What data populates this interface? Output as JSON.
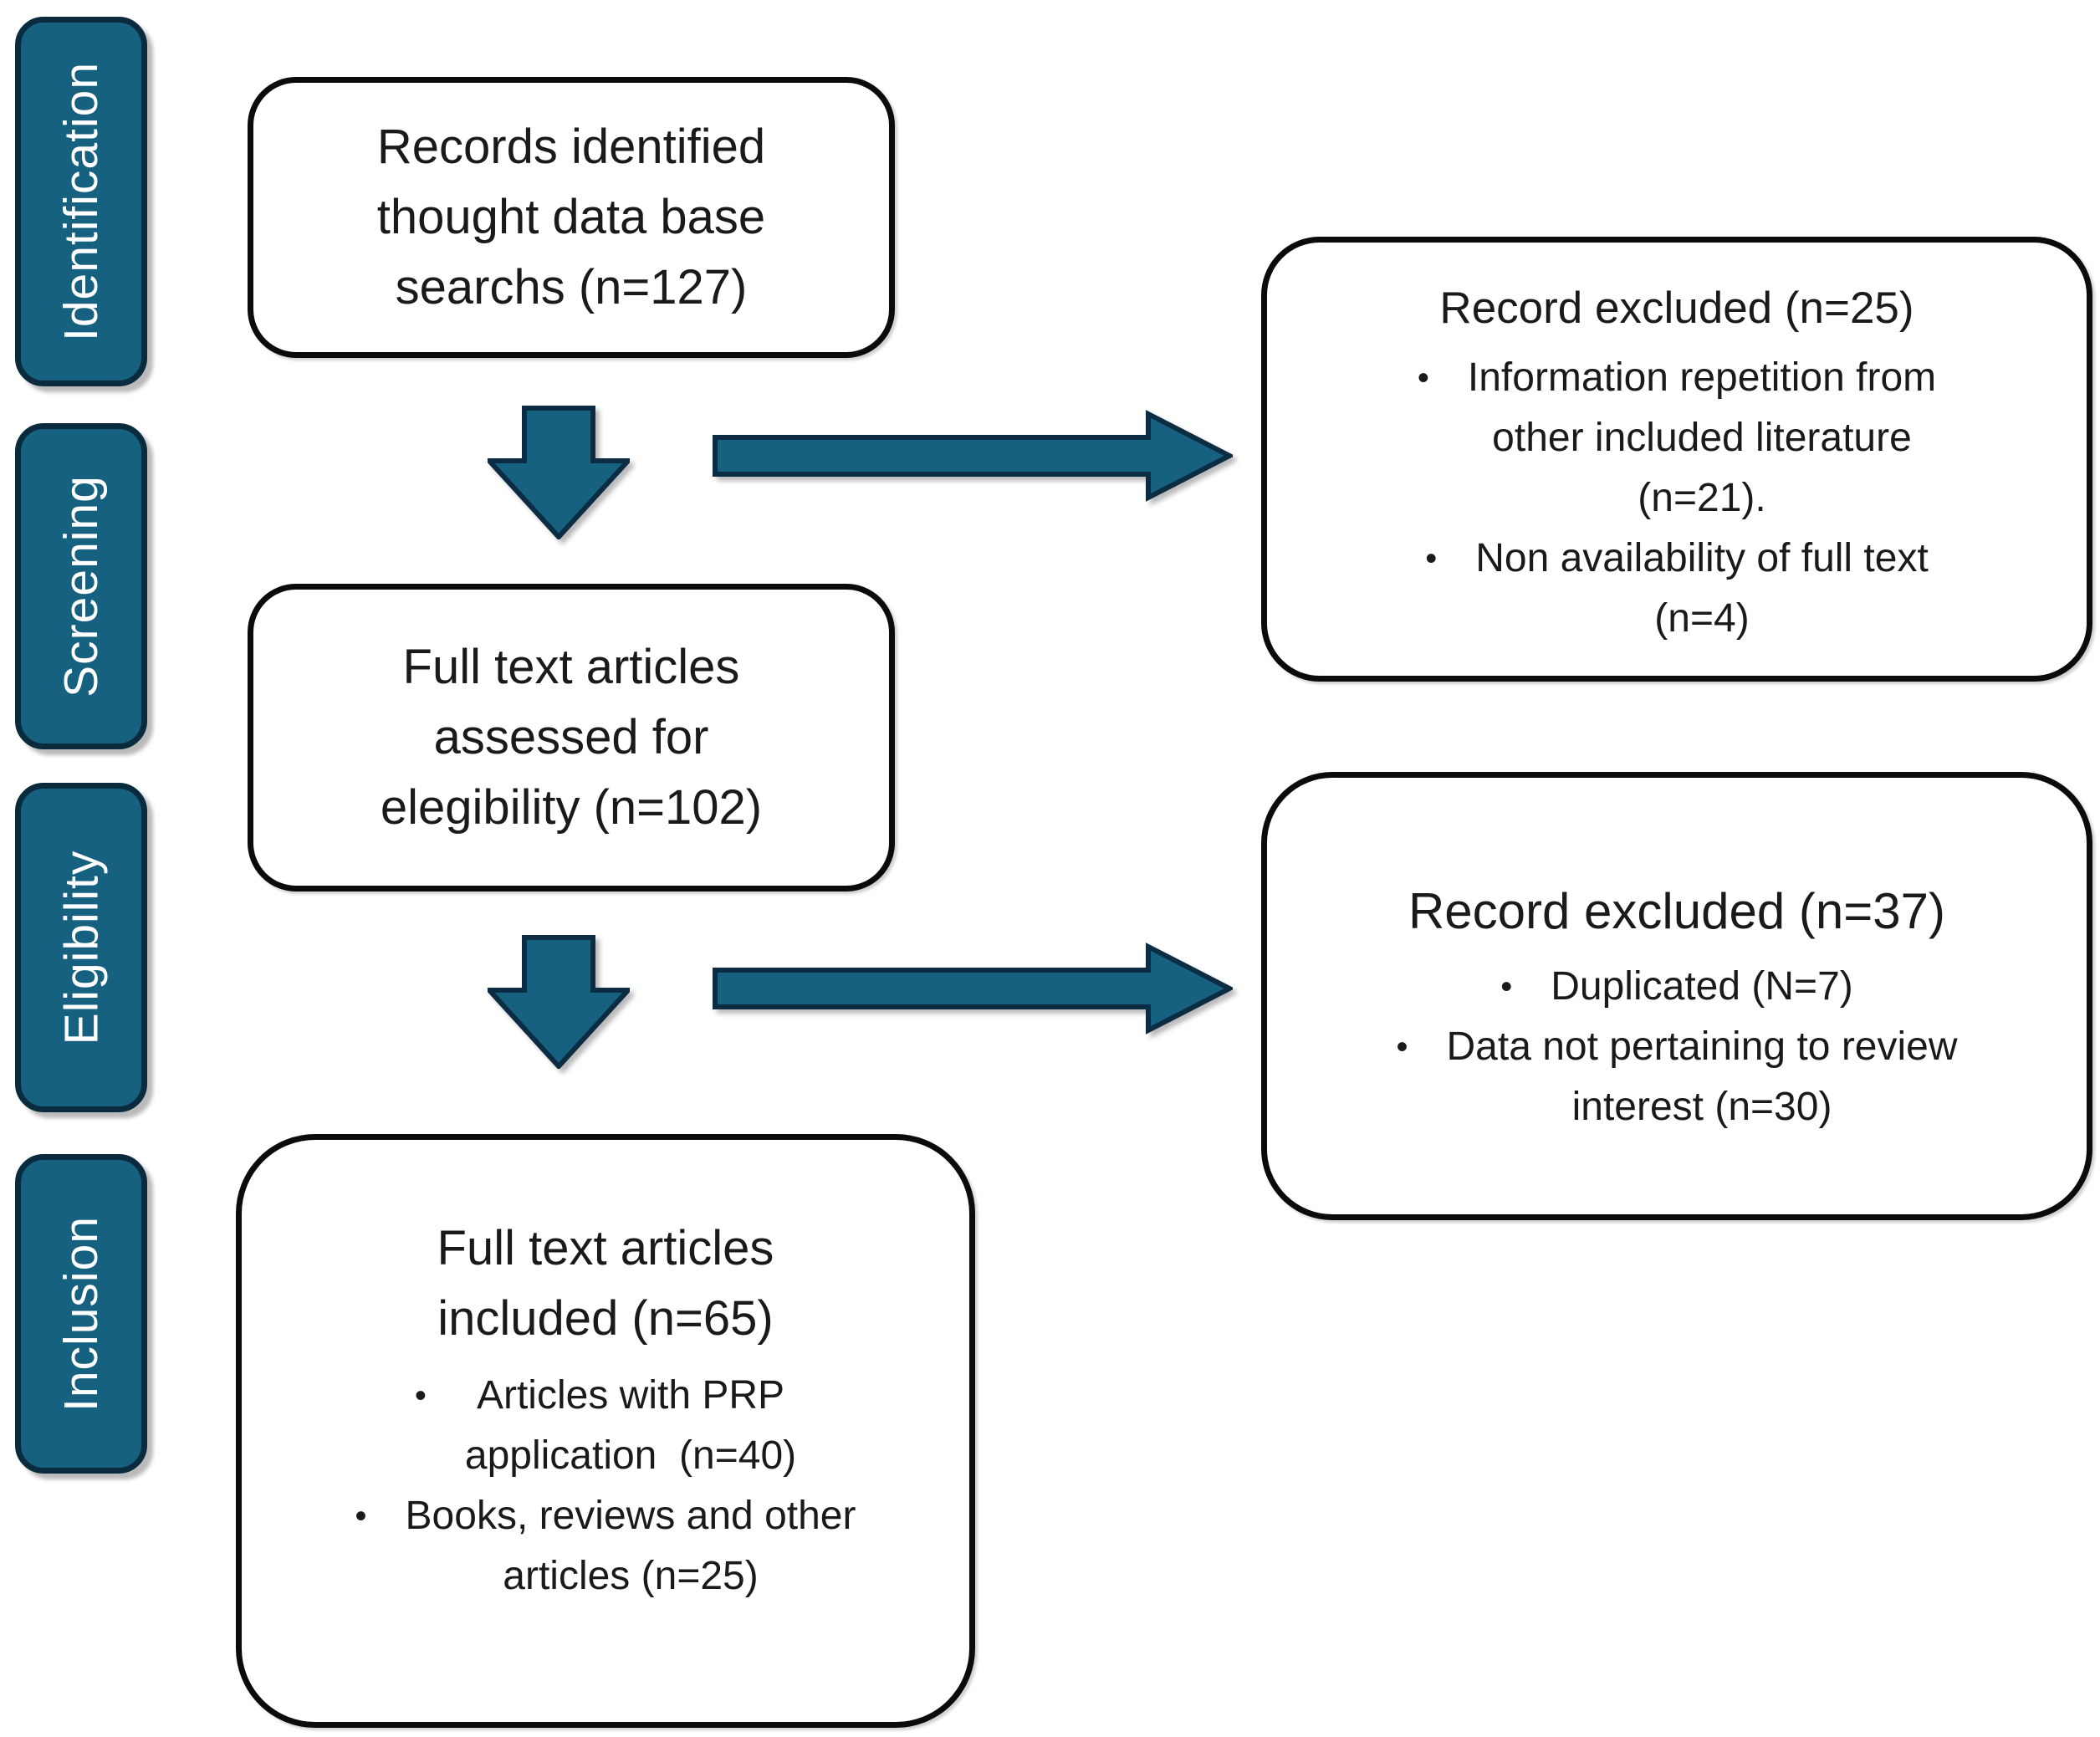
{
  "palette": {
    "stage_fill": "#16617F",
    "stage_border": "#0A2A3D",
    "box_border": "#0b0b0b",
    "arrow_fill": "#16617F",
    "text": "#1a1a1a",
    "background": "#ffffff"
  },
  "glyphs": {
    "bullet": "•"
  },
  "sidebar": {
    "stages": [
      {
        "label": "Identification"
      },
      {
        "label": "Screening"
      },
      {
        "label": "Eligibility"
      },
      {
        "label": "Inclusion"
      }
    ]
  },
  "flow": {
    "records_identified": {
      "text": "Records identified\nthought data base\nsearchs (n=127)"
    },
    "fulltext_assessed": {
      "text": "Full text articles\nassessed for\nelegibility (n=102)"
    },
    "fulltext_included": {
      "title": "Full text articles\nincluded (n=65)",
      "bullets": [
        "Articles with PRP\napplication  (n=40)",
        "Books, reviews and other\narticles (n=25)"
      ]
    },
    "excluded_screening": {
      "title": "Record excluded (n=25)",
      "bullets": [
        "Information repetition from\nother included literature\n(n=21).",
        "Non availability of full text\n(n=4)"
      ]
    },
    "excluded_eligibility": {
      "title": "Record excluded (n=37)",
      "bullets": [
        "Duplicated (N=7)",
        "Data not pertaining to review\ninterest (n=30)"
      ]
    }
  }
}
